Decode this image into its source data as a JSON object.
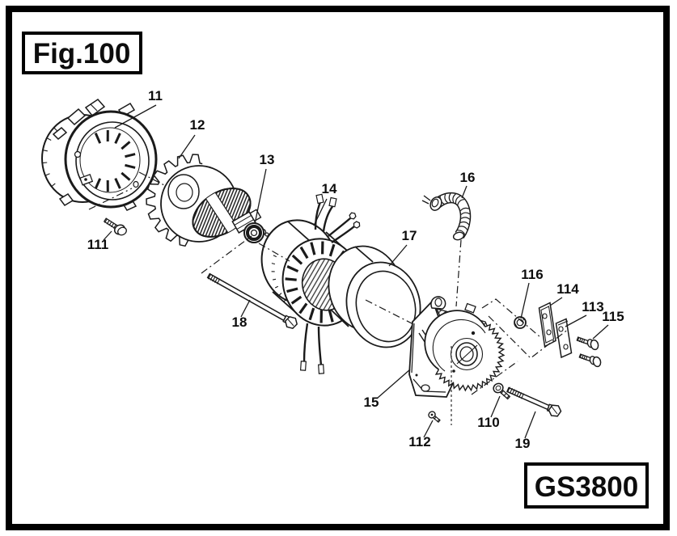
{
  "figure": {
    "title": "Fig.100",
    "model": "GS3800"
  },
  "parts": [
    {
      "number": "11"
    },
    {
      "number": "12"
    },
    {
      "number": "13"
    },
    {
      "number": "14"
    },
    {
      "number": "15"
    },
    {
      "number": "16"
    },
    {
      "number": "17"
    },
    {
      "number": "18"
    },
    {
      "number": "19"
    },
    {
      "number": "110"
    },
    {
      "number": "111"
    },
    {
      "number": "112"
    },
    {
      "number": "113"
    },
    {
      "number": "114"
    },
    {
      "number": "115"
    },
    {
      "number": "116"
    }
  ],
  "colors": {
    "ink": "#1a1a1a",
    "background": "#ffffff"
  }
}
